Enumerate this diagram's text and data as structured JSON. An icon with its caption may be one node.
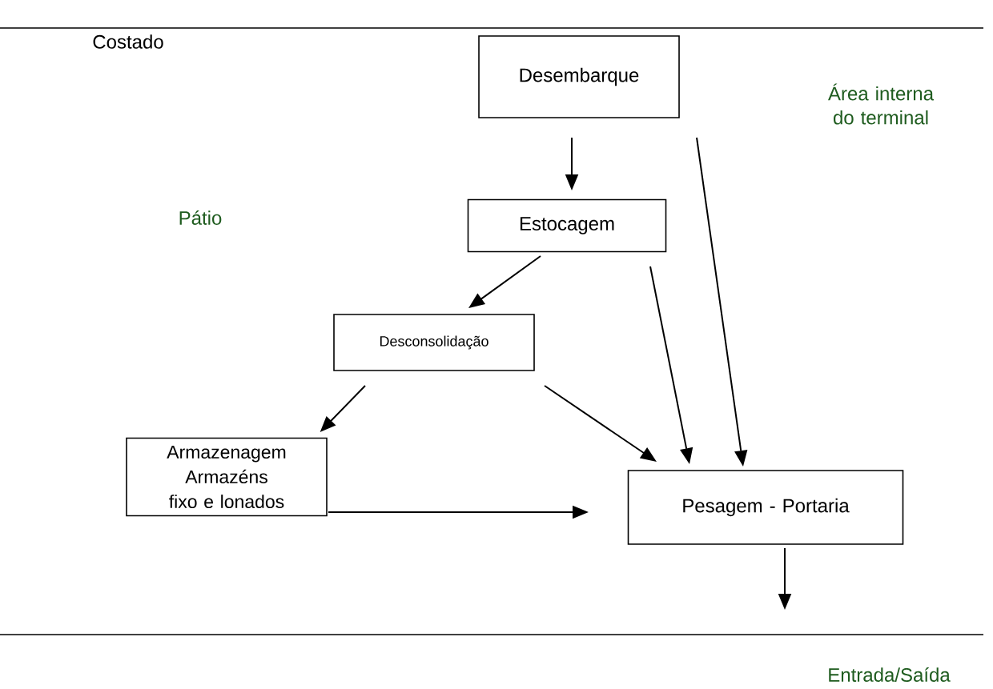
{
  "diagram": {
    "nodes": [
      {
        "text": [
          "Desembarque"
        ]
      },
      {
        "text": [
          "Estocagem"
        ]
      },
      {
        "text": [
          "Desconsolidação"
        ]
      },
      {
        "text": [
          "Armazenagem Armazéns fixo e lonados"
        ]
      },
      {
        "text": [
          "Pesagem - Portaria"
        ]
      }
    ],
    "edges": [
      {
        "from": 0,
        "to": 1,
        "arrow": "to"
      },
      {
        "from": 0,
        "to": 4,
        "arrow": "to"
      },
      {
        "from": 1,
        "to": 2,
        "arrow": "to"
      },
      {
        "from": 1,
        "to": 4,
        "arrow": "to"
      },
      {
        "from": 2,
        "to": 3,
        "arrow": "to"
      },
      {
        "from": 2,
        "to": 4,
        "arrow": "to"
      },
      {
        "from": 3,
        "to": 4,
        "arrow": "to"
      },
      {
        "from": 4,
        "to": null,
        "arrow": "to"
      }
    ],
    "labels": [
      "Costado",
      "Área interna do terminal",
      "Pátio",
      "Entrada/Saída"
    ]
  }
}
